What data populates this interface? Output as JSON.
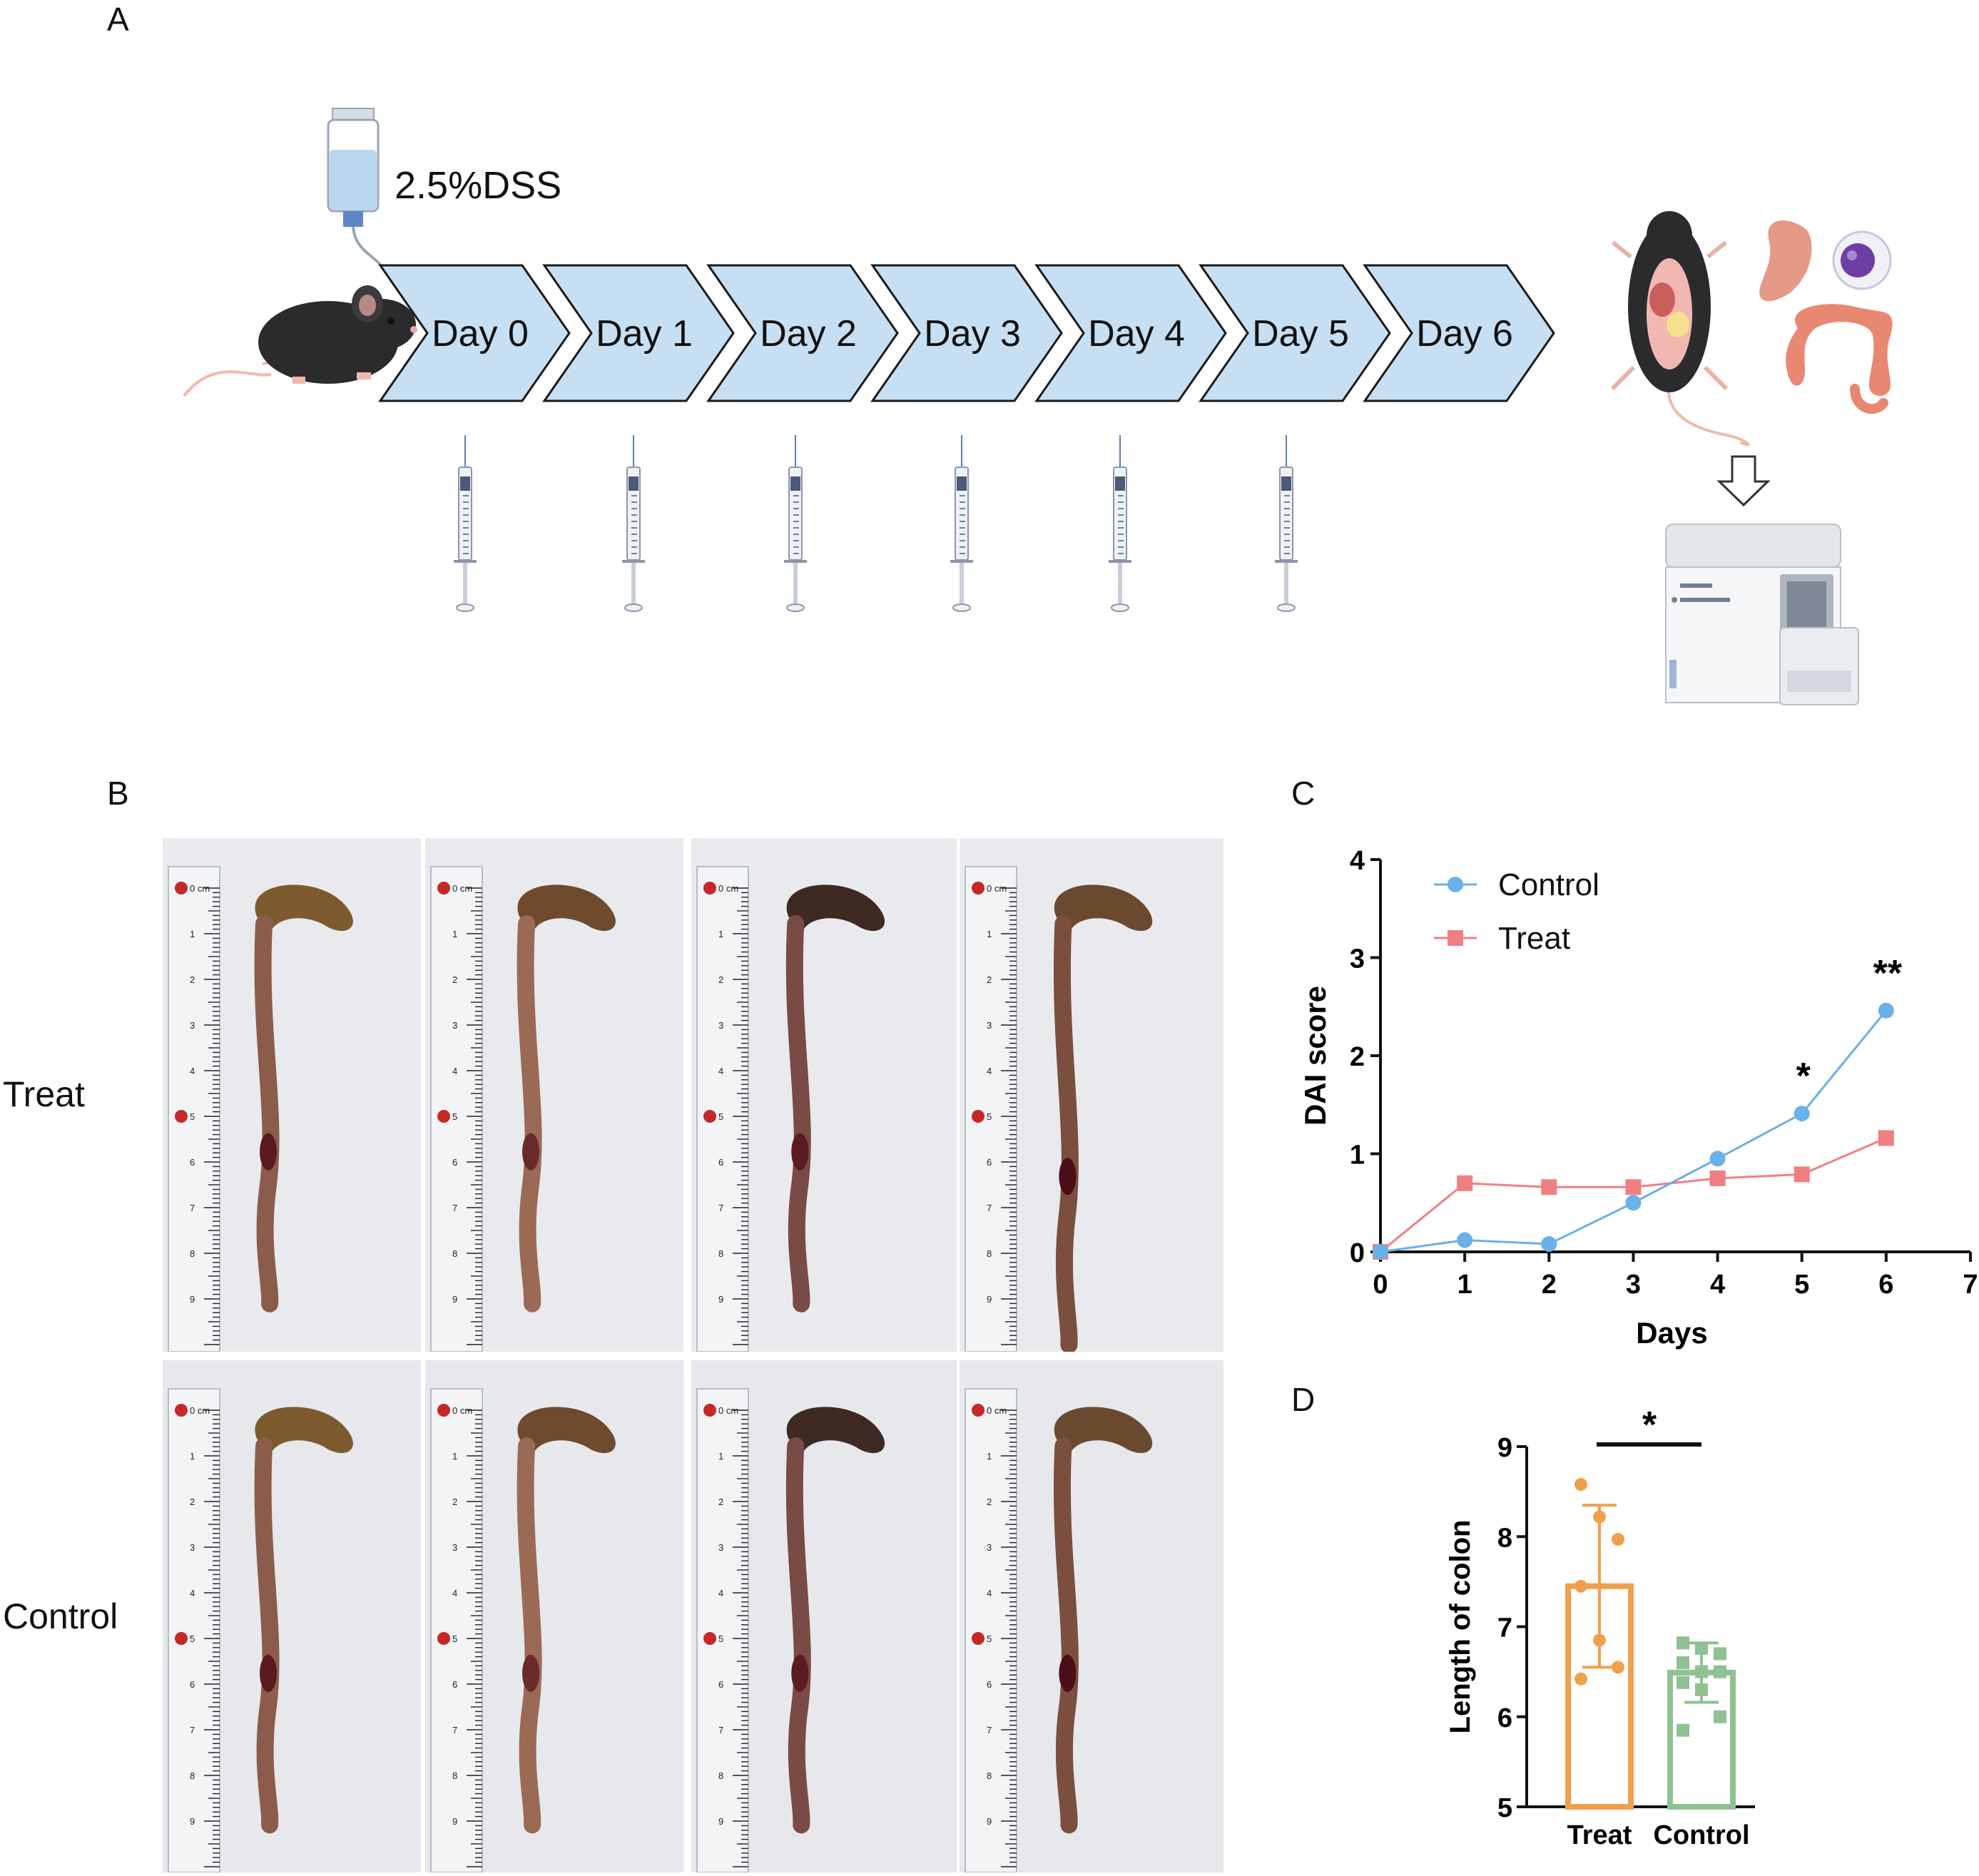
{
  "panels": {
    "a": {
      "label": "A"
    },
    "b": {
      "label": "B"
    },
    "c": {
      "label": "C"
    },
    "d": {
      "label": "D"
    }
  },
  "timeline": {
    "dss_label": "2.5%DSS",
    "days": [
      "Day 0",
      "Day 1",
      "Day 2",
      "Day 3",
      "Day 4",
      "Day 5",
      "Day 6"
    ],
    "injection_days": 6,
    "arrow_fill": "#c7dff2",
    "icons": [
      "water-bottle-icon",
      "mouse-icon",
      "syringe-icon",
      "dissected-mouse-icon",
      "spleen-icon",
      "immune-cell-icon",
      "colon-icon",
      "down-arrow-icon",
      "flow-cytometer-icon"
    ]
  },
  "photos": {
    "rows": [
      {
        "label": "Treat",
        "count": 4
      },
      {
        "label": "Control",
        "count": 4
      }
    ],
    "ruler_marks": [
      "0 cm",
      "1",
      "2",
      "3",
      "4",
      "5",
      "6",
      "7",
      "8",
      "9"
    ]
  },
  "chart_data": [
    {
      "id": "dai",
      "type": "line",
      "xlabel": "Days",
      "ylabel": "DAI score",
      "xlim": [
        0,
        7
      ],
      "ylim": [
        0,
        4
      ],
      "xticks": [
        0,
        1,
        2,
        3,
        4,
        5,
        6,
        7
      ],
      "yticks": [
        0,
        1,
        2,
        3,
        4
      ],
      "legend_position": "top-left",
      "series": [
        {
          "name": "Control",
          "color": "#6ab0ea",
          "marker": "circle",
          "x": [
            0,
            1,
            2,
            3,
            4,
            5,
            6
          ],
          "y": [
            0,
            0.12,
            0.08,
            0.5,
            0.95,
            1.41,
            2.46
          ]
        },
        {
          "name": "Treat",
          "color": "#f07f82",
          "marker": "square",
          "x": [
            0,
            1,
            2,
            3,
            4,
            5,
            6
          ],
          "y": [
            0,
            0.7,
            0.66,
            0.66,
            0.75,
            0.79,
            1.16
          ]
        }
      ],
      "annotations": [
        {
          "x": 5,
          "text": "*"
        },
        {
          "x": 6,
          "text": "**"
        }
      ]
    },
    {
      "id": "colon",
      "type": "bar",
      "ylabel": "Length of colon",
      "ylim": [
        5,
        9
      ],
      "yticks": [
        5,
        6,
        7,
        8,
        9
      ],
      "categories": [
        "Treat",
        "Control"
      ],
      "values": [
        7.45,
        6.49
      ],
      "sd": [
        0.9,
        0.33
      ],
      "colors": [
        "#f0a04b",
        "#8fc193"
      ],
      "points": [
        [
          8.58,
          8.22,
          7.97,
          7.45,
          6.85,
          6.55,
          6.42
        ],
        [
          6.82,
          6.76,
          6.7,
          6.6,
          6.5,
          6.5,
          6.38,
          6.3,
          6.0,
          5.85
        ]
      ],
      "significance": "*"
    }
  ]
}
